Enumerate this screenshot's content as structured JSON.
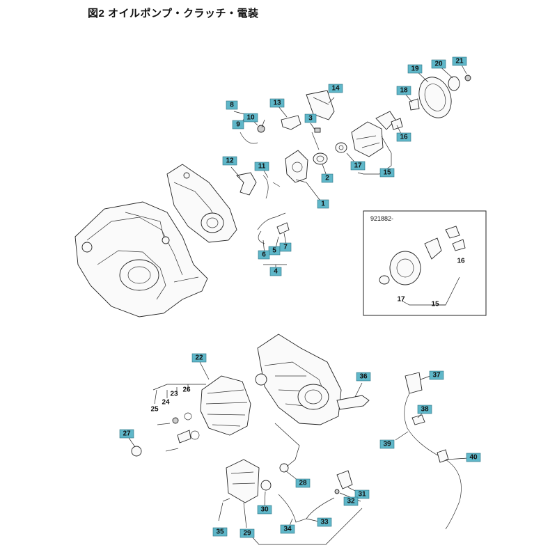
{
  "title": "図2 オイルポンプ・クラッチ・電装",
  "inset": {
    "label": "921882-"
  },
  "callouts": [
    {
      "n": "1"
    },
    {
      "n": "2"
    },
    {
      "n": "3"
    },
    {
      "n": "4"
    },
    {
      "n": "5"
    },
    {
      "n": "6"
    },
    {
      "n": "7"
    },
    {
      "n": "8"
    },
    {
      "n": "9"
    },
    {
      "n": "10"
    },
    {
      "n": "11"
    },
    {
      "n": "12"
    },
    {
      "n": "13"
    },
    {
      "n": "14"
    },
    {
      "n": "15"
    },
    {
      "n": "16"
    },
    {
      "n": "17"
    },
    {
      "n": "18"
    },
    {
      "n": "19"
    },
    {
      "n": "20"
    },
    {
      "n": "21"
    },
    {
      "n": "22"
    },
    {
      "n": "27"
    },
    {
      "n": "28"
    },
    {
      "n": "29"
    },
    {
      "n": "30"
    },
    {
      "n": "31"
    },
    {
      "n": "32"
    },
    {
      "n": "33"
    },
    {
      "n": "34"
    },
    {
      "n": "35"
    },
    {
      "n": "36"
    },
    {
      "n": "37"
    },
    {
      "n": "38"
    },
    {
      "n": "39"
    },
    {
      "n": "40"
    }
  ],
  "plain_labels": [
    {
      "n": "23"
    },
    {
      "n": "24"
    },
    {
      "n": "25"
    },
    {
      "n": "26"
    },
    {
      "n": "16"
    },
    {
      "n": "17"
    },
    {
      "n": "15"
    }
  ]
}
